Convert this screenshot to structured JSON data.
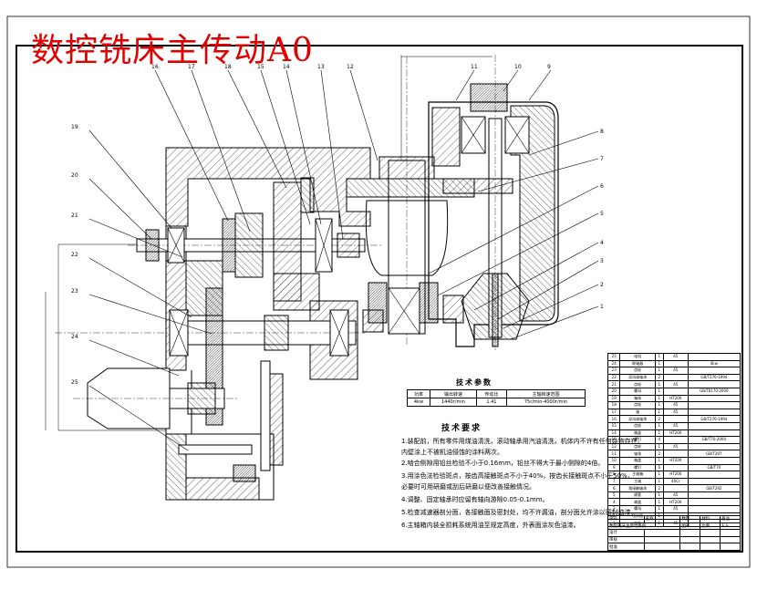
{
  "drawing": {
    "title": "数控铣床主传动A0"
  },
  "balloons": {
    "left_column": [
      "19",
      "20",
      "21",
      "22",
      "23",
      "24",
      "25"
    ],
    "top_row": [
      "16",
      "17",
      "18",
      "15",
      "14",
      "13",
      "12",
      "11",
      "10",
      "9"
    ],
    "right_column": [
      "8",
      "7",
      "6",
      "5",
      "4",
      "3",
      "2",
      "1"
    ]
  },
  "spec_table": {
    "title": "技术参数",
    "header": [
      "功率",
      "输出转速",
      "传动比",
      "主轴转速范围"
    ],
    "row": [
      "4kw",
      "1440r/min",
      "1.41",
      "75r/min-4000r/min"
    ]
  },
  "tech_requirements": {
    "title": "技术要求",
    "items": [
      "1.装配前，所有零件用煤油清洗，滚动轴承用汽油清洗，机体内不许有任何杂物存在。",
      "  内壁涂上不被机油侵蚀的涂料两次。",
      "2.啮合侧隙用铅丝检验不小于0.16mm，铅丝不得大于最小侧隙的4倍。",
      "3.用涂色法检验斑点，按齿高接触斑点不小于40%，按齿长接触斑点不小于50%，",
      "  必要时可用研磨或刮后研磨以便改善接触情况。",
      "4.调整、固定轴承时应留有轴向游隙0.05-0.1mm。",
      "5.检查减速器剖分面，各接触面及密封处，均不许漏油，剖分面允许涂以密封油漆。",
      "6.主轴箱内装全损耗系统用油至规定高度，外表面涂灰色油漆。"
    ]
  },
  "bom_rows": [
    [
      "25",
      "电机",
      "1",
      "45",
      ""
    ],
    [
      "24",
      "联轴器",
      "1",
      "",
      "4kw"
    ],
    [
      "23",
      "齿轮",
      "1",
      "45",
      ""
    ],
    [
      "22",
      "深沟球轴承",
      "2",
      "",
      "GB/T276-1994"
    ],
    [
      "21",
      "齿轮",
      "1",
      "45",
      ""
    ],
    [
      "20",
      "螺母",
      "1",
      "",
      "GB/T6170-2000"
    ],
    [
      "19",
      "箱体",
      "1",
      "HT200",
      ""
    ],
    [
      "18",
      "齿轮",
      "1",
      "45",
      ""
    ],
    [
      "17",
      "轴",
      "1",
      "45",
      ""
    ],
    [
      "16",
      "深沟球轴承",
      "2",
      "",
      "GB/T276-1994"
    ],
    [
      "15",
      "齿轮",
      "1",
      "45",
      ""
    ],
    [
      "14",
      "端盖",
      "1",
      "HT200",
      ""
    ],
    [
      "13",
      "螺钉",
      "4",
      "",
      "GB/T70-2000"
    ],
    [
      "12",
      "齿轮",
      "1",
      "45",
      ""
    ],
    [
      "11",
      "轴承",
      "2",
      "",
      "GB/T297"
    ],
    [
      "10",
      "端盖",
      "1",
      "HT200",
      ""
    ],
    [
      "9",
      "螺钉",
      "6",
      "",
      "GB/T70"
    ],
    [
      "8",
      "主轴箱",
      "1",
      "HT200",
      ""
    ],
    [
      "7",
      "主轴",
      "1",
      "40Cr",
      ""
    ],
    [
      "6",
      "角接触轴承",
      "2",
      "",
      "GB/T292"
    ],
    [
      "5",
      "隔套",
      "1",
      "45",
      ""
    ],
    [
      "4",
      "端盖",
      "1",
      "HT200",
      ""
    ],
    [
      "3",
      "螺母",
      "1",
      "45",
      ""
    ],
    [
      "2",
      "密封圈",
      "1",
      "",
      ""
    ],
    [
      "1",
      "拉杆",
      "1",
      "45",
      ""
    ]
  ],
  "bom_header": [
    "序号",
    "名称",
    "数量",
    "材料",
    "备注"
  ],
  "title_block": {
    "name": "数控铣床主传动系统",
    "scale_label": "比例",
    "scale": "1:1",
    "sheet_label": "图号",
    "design": "设计",
    "check": "审核",
    "approve": "批准"
  },
  "colors": {
    "line": "#000000",
    "title": "#e00000",
    "hatch": "#000000"
  }
}
